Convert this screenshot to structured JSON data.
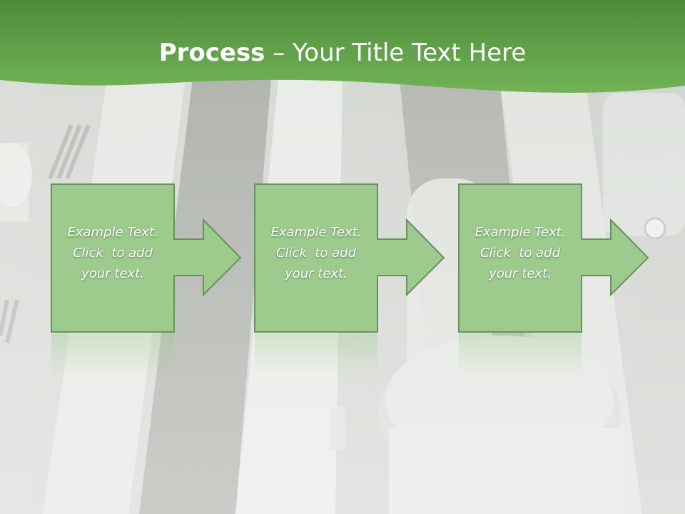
{
  "title": {
    "bold": "Process",
    "rest": " – Your Title Text Here"
  },
  "steps": [
    {
      "line1": "Example Text.",
      "line2": "Click  to add",
      "line3": "your text."
    },
    {
      "line1": "Example Text.",
      "line2": "Click  to add",
      "line3": "your text."
    },
    {
      "line1": "Example Text.",
      "line2": "Click  to add",
      "line3": "your text."
    }
  ],
  "colors": {
    "header_green_dark": "#4f8a3a",
    "header_green_light": "#72b356",
    "box_fill": "#9ccb8d",
    "box_border": "#6b8f61",
    "background": "#c9cdc6"
  }
}
